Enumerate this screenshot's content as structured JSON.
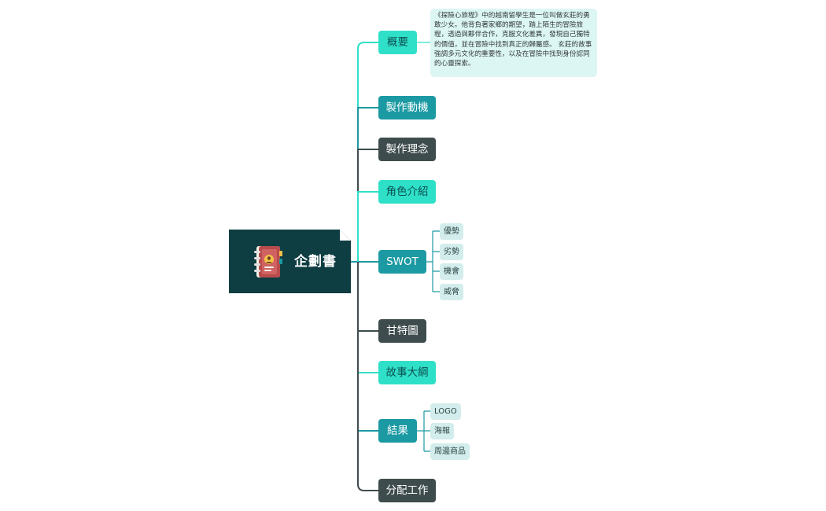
{
  "central": {
    "title": "企劃書",
    "icon": "planner-notebook-icon"
  },
  "overview_note": "《探險心旅程》中的越南留學生是一位叫做玄莊的勇敢少女。他背負著家鄉的期望，踏上陌生的冒險旅程，透過與夥伴合作，克服文化差異，發現自己獨特的價值，並在冒險中找到真正的歸屬感。 玄莊的故事強調多元文化的重要性，以及在冒險中找到身份認同的心靈探索。",
  "branches": [
    {
      "label": "概要"
    },
    {
      "label": "製作動機"
    },
    {
      "label": "製作理念"
    },
    {
      "label": "角色介紹"
    },
    {
      "label": "SWOT",
      "children": [
        {
          "label": "優勢"
        },
        {
          "label": "劣勢"
        },
        {
          "label": "機會"
        },
        {
          "label": "威脅"
        }
      ]
    },
    {
      "label": "甘特圖"
    },
    {
      "label": "故事大綱"
    },
    {
      "label": "結果",
      "children": [
        {
          "label": "LOGO"
        },
        {
          "label": "海報"
        },
        {
          "label": "周邊商品"
        }
      ]
    },
    {
      "label": "分配工作"
    }
  ],
  "colors": {
    "central": "#0e3d42",
    "teal": "#1c9aa3",
    "aqua": "#2fe0c8",
    "dark": "#3f4c4d",
    "sub_bg": "#d3ecec",
    "note_bg": "#dcf6f3"
  }
}
